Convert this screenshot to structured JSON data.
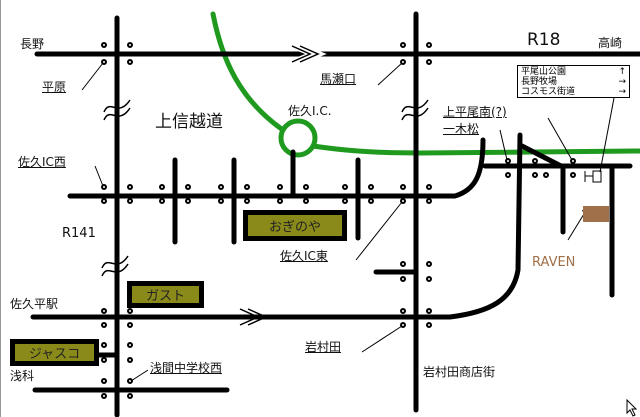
{
  "colors": {
    "road": "#000000",
    "expressway": "#1f9a1f",
    "shop_fill": "#8a8a1a",
    "raven": "#a0704a"
  },
  "places": {
    "nagano": "長野",
    "hirahara": "平原",
    "saku_ic_west": "佐久IC西",
    "r141": "R141",
    "sakudaira_station": "佐久平駅",
    "asashina": "浅科",
    "joshinetsu": "上信越道",
    "saku_ic": "佐久I.C.",
    "maseguchi": "馬瀬口",
    "r18": "R18",
    "takasaki": "高崎",
    "kamihiraominami": "上平尾南(?)",
    "hitotsumatsu": "一木松",
    "saku_ic_east": "佐久IC東",
    "iwamurada": "岩村田",
    "iwamurada_shopping": "岩村田商店街",
    "asama_jhs_west": "浅間中学校西"
  },
  "shops": {
    "oginoya": "おぎのや",
    "gusto": "ガスト",
    "jusco": "ジャスコ",
    "raven": "RAVEN"
  },
  "info_box": [
    {
      "label": "平尾山公園",
      "arrow": "↑"
    },
    {
      "label": "長野牧場",
      "arrow": "→"
    },
    {
      "label": "コスモス街道",
      "arrow": "→"
    }
  ]
}
